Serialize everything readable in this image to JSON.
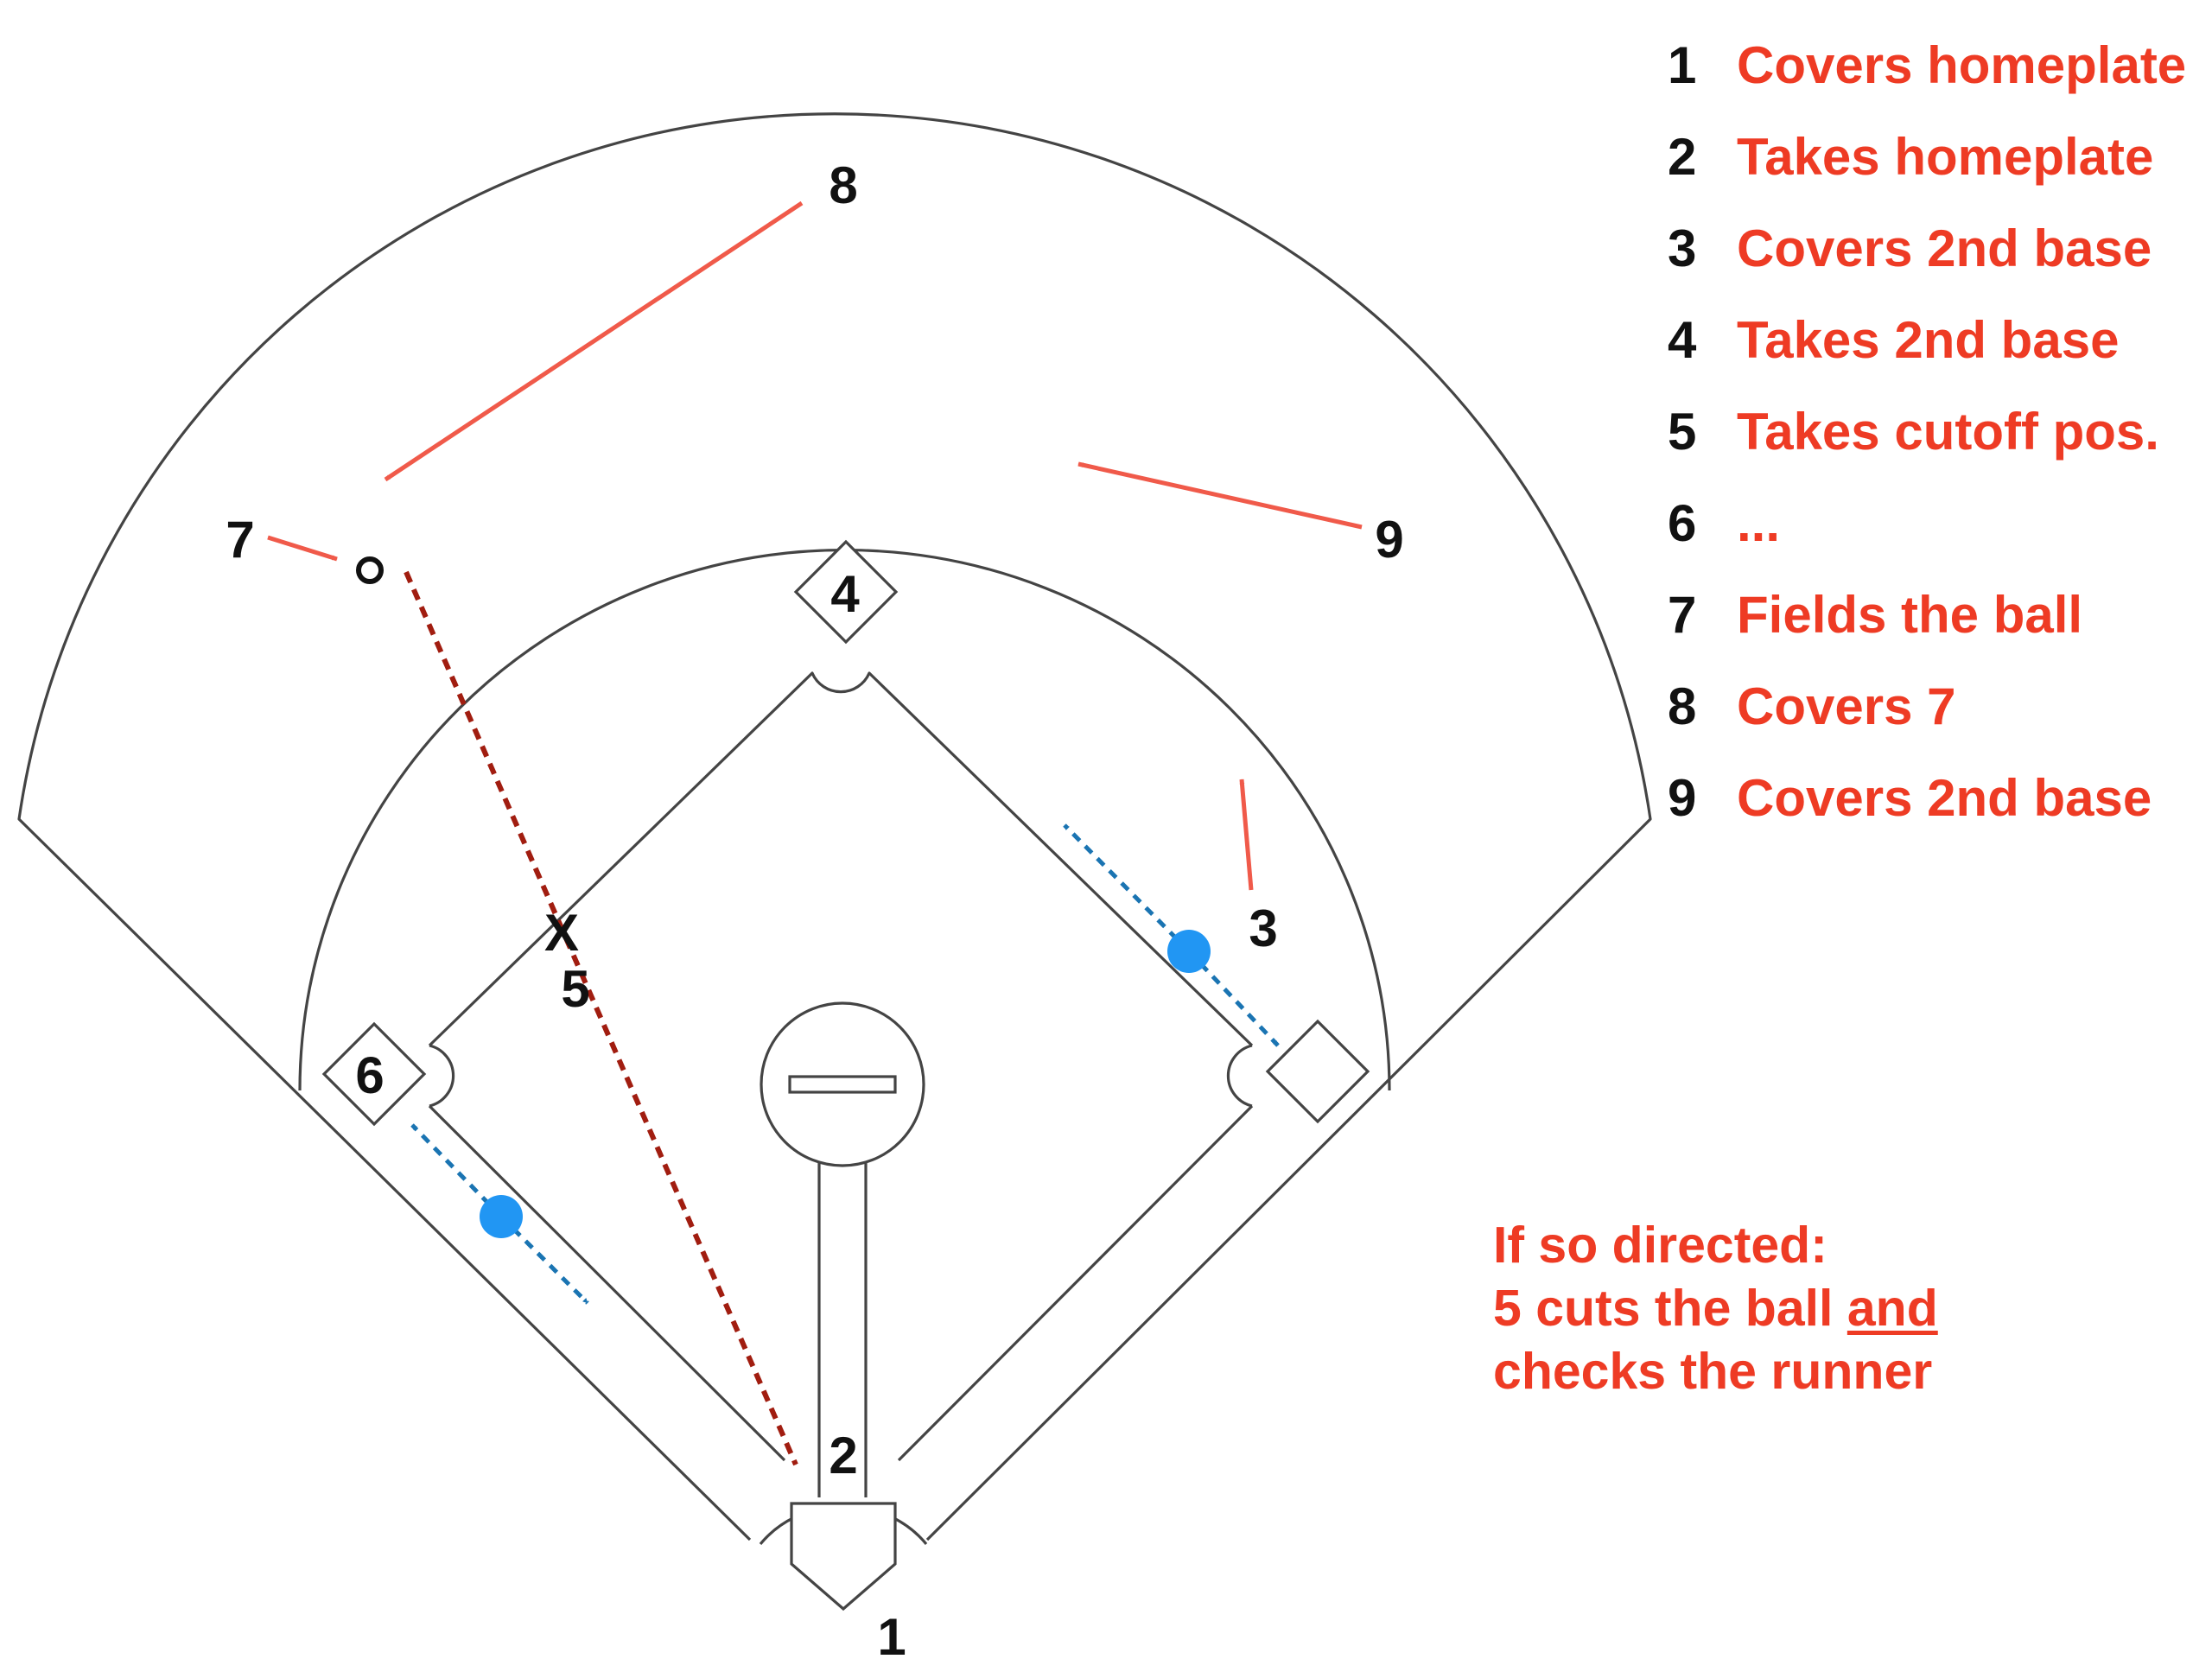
{
  "colors": {
    "field_line": "#444444",
    "label": "#111111",
    "legend_text": "#ee3b24",
    "movement_arrow": "#f05a4a",
    "throw_path": "#a11d10",
    "runner": "#2196f3",
    "runner_path": "#1a74b2"
  },
  "field_labels": {
    "pos_1": "1",
    "pos_2": "2",
    "pos_3": "3",
    "pos_4": "4",
    "pos_5": "5",
    "pos_6": "6",
    "pos_7": "7",
    "pos_8": "8",
    "pos_9": "9",
    "cutoff_mark": "X"
  },
  "legend": [
    {
      "num": "1",
      "text": "Covers homeplate"
    },
    {
      "num": "2",
      "text": "Takes homeplate"
    },
    {
      "num": "3",
      "text": "Covers 2nd base"
    },
    {
      "num": "4",
      "text": "Takes 2nd base"
    },
    {
      "num": "5",
      "text": "Takes cutoff pos."
    },
    {
      "num": "6",
      "text": "..."
    },
    {
      "num": "7",
      "text": "Fields the ball"
    },
    {
      "num": "8",
      "text": "Covers 7"
    },
    {
      "num": "9",
      "text": "Covers 2nd base"
    }
  ],
  "note": {
    "line1": "If so directed:",
    "line2_pre": "5 cuts the ball ",
    "line2_u": "and",
    "line3": "checks the runner"
  },
  "icons": {
    "ball": "open-circle",
    "runner": "filled-blue-circle",
    "base": "rotated-square",
    "home": "pentagon-plate"
  }
}
